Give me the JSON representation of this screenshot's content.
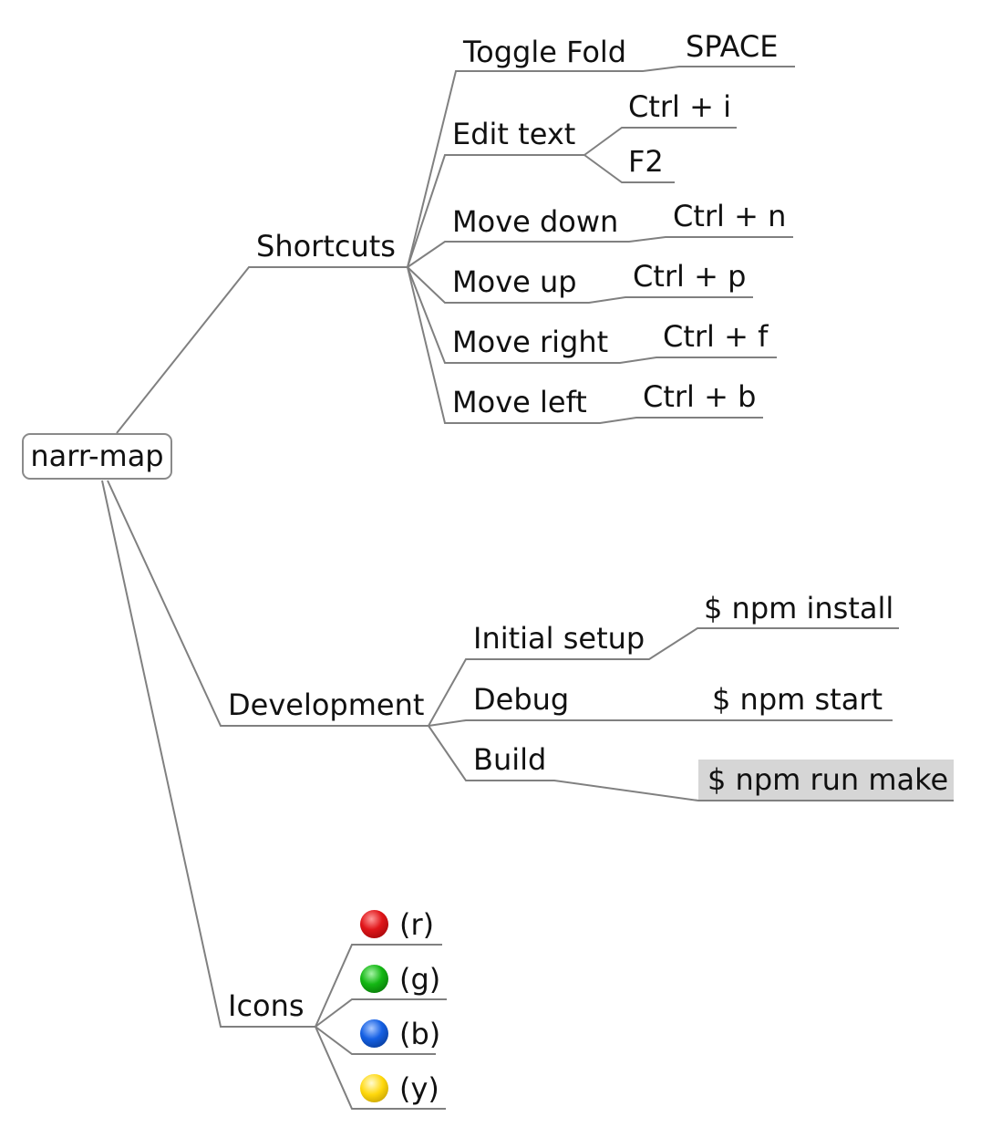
{
  "root": {
    "label": "narr-map"
  },
  "shortcuts": {
    "label": "Shortcuts",
    "items": [
      {
        "label": "Toggle Fold",
        "keys": [
          "SPACE"
        ]
      },
      {
        "label": "Edit text",
        "keys": [
          "Ctrl + i",
          "F2"
        ]
      },
      {
        "label": "Move down",
        "keys": [
          "Ctrl + n"
        ]
      },
      {
        "label": "Move up",
        "keys": [
          "Ctrl + p"
        ]
      },
      {
        "label": "Move right",
        "keys": [
          "Ctrl + f"
        ]
      },
      {
        "label": "Move left",
        "keys": [
          "Ctrl + b"
        ]
      }
    ]
  },
  "development": {
    "label": "Development",
    "items": [
      {
        "label": "Initial setup",
        "command": "$ npm install"
      },
      {
        "label": "Debug",
        "command": "$ npm start"
      },
      {
        "label": "Build",
        "command": "$ npm run make"
      }
    ]
  },
  "icons": {
    "label": "Icons",
    "items": [
      {
        "label": "(r)",
        "icon": "red-circle-icon",
        "color": "#e0161a"
      },
      {
        "label": "(g)",
        "icon": "green-circle-icon",
        "color": "#14b814"
      },
      {
        "label": "(b)",
        "icon": "blue-circle-icon",
        "color": "#1560e4"
      },
      {
        "label": "(y)",
        "icon": "yellow-circle-icon",
        "color": "#ffd80c"
      }
    ]
  },
  "selected_node": "$ npm run make",
  "edge_color": "#808080"
}
